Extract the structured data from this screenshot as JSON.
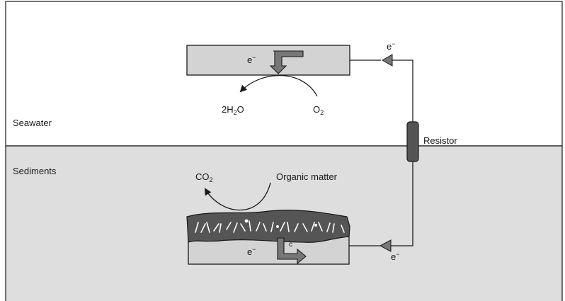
{
  "regions": {
    "seawater": "Seawater",
    "sediments": "Sediments"
  },
  "cathode": {
    "electron": {
      "base": "e",
      "sup": "−"
    },
    "reaction": {
      "product": {
        "pre": "2H",
        "sub": "2",
        "post": "O"
      },
      "reactant": {
        "pre": "O",
        "sub": "2"
      }
    }
  },
  "anode": {
    "electron": {
      "base": "e",
      "sup": "−"
    },
    "reaction": {
      "product": {
        "pre": "CO",
        "sub": "2"
      },
      "reactant": "Organic matter"
    }
  },
  "circuit": {
    "resistor_label": "Resistor",
    "top_electron": {
      "base": "e",
      "sup": "−"
    },
    "bottom_electron": {
      "base": "e",
      "sup": "−"
    }
  },
  "colors": {
    "sediment_fill": "#dedede",
    "electrode_fill": "#d3d3d3",
    "biofilm_fill": "#555555",
    "line": "#1a1a1a"
  },
  "icons": {
    "cathode_arrow": "bent-arrow-down-icon",
    "anode_arrow": "bent-arrow-right-icon",
    "terminal_markers": "triangle-terminal-icon"
  }
}
